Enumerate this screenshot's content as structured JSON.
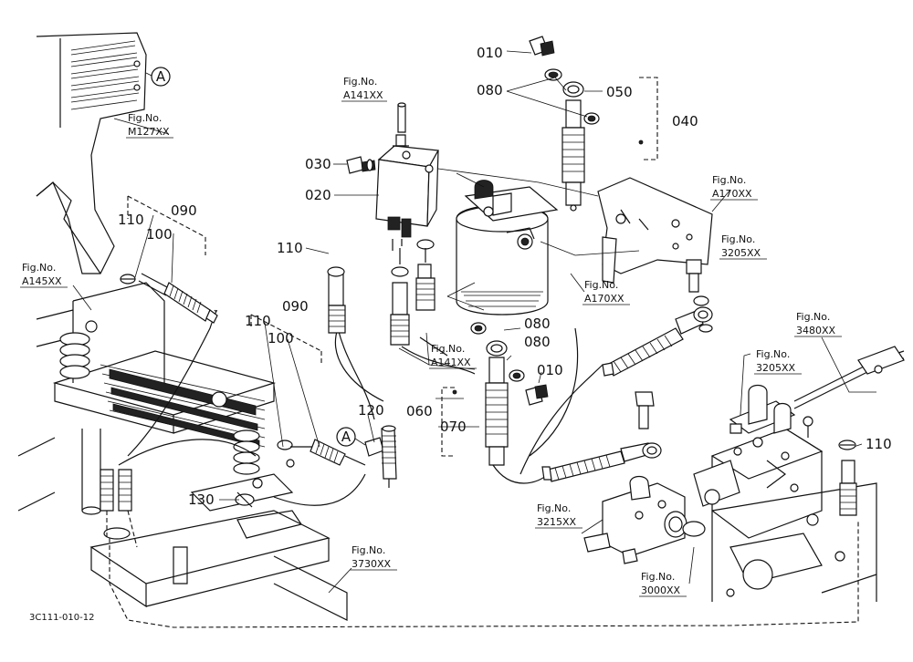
{
  "callouts": {
    "c010_top": "010",
    "c080_top": "080",
    "c050": "050",
    "c040": "040",
    "c030": "030",
    "c020": "020",
    "c110_a": "110",
    "c090_a": "090",
    "c100_a": "100",
    "c110_b": "110",
    "c110_c": "110",
    "c090_b": "090",
    "c100_b": "100",
    "c120": "120",
    "c130": "130",
    "c080_mid": "080",
    "c080_low": "080",
    "c010_low": "010",
    "c060": "060",
    "c070": "070",
    "c110_d": "110"
  },
  "refs": {
    "m127": {
      "label": "Fig.No.",
      "code": "M127XX"
    },
    "a141_top": {
      "label": "Fig.No.",
      "code": "A141XX"
    },
    "a145": {
      "label": "Fig.No.",
      "code": "A145XX"
    },
    "a170_right": {
      "label": "Fig.No.",
      "code": "A170XX"
    },
    "s3205_top": {
      "label": "Fig.No.",
      "code": "3205XX"
    },
    "a170_mid": {
      "label": "Fig.No.",
      "code": "A170XX"
    },
    "a141_low": {
      "label": "Fig.No.",
      "code": "A141XX"
    },
    "s3480": {
      "label": "Fig.No.",
      "code": "3480XX"
    },
    "s3205_low": {
      "label": "Fig.No.",
      "code": "3205XX"
    },
    "s3215": {
      "label": "Fig.No.",
      "code": "3215XX"
    },
    "s3730": {
      "label": "Fig.No.",
      "code": "3730XX"
    },
    "s3000": {
      "label": "Fig.No.",
      "code": "3000XX"
    }
  },
  "markers": {
    "a_top": "A",
    "a_mid": "A"
  },
  "footer": "3C111-010-12"
}
